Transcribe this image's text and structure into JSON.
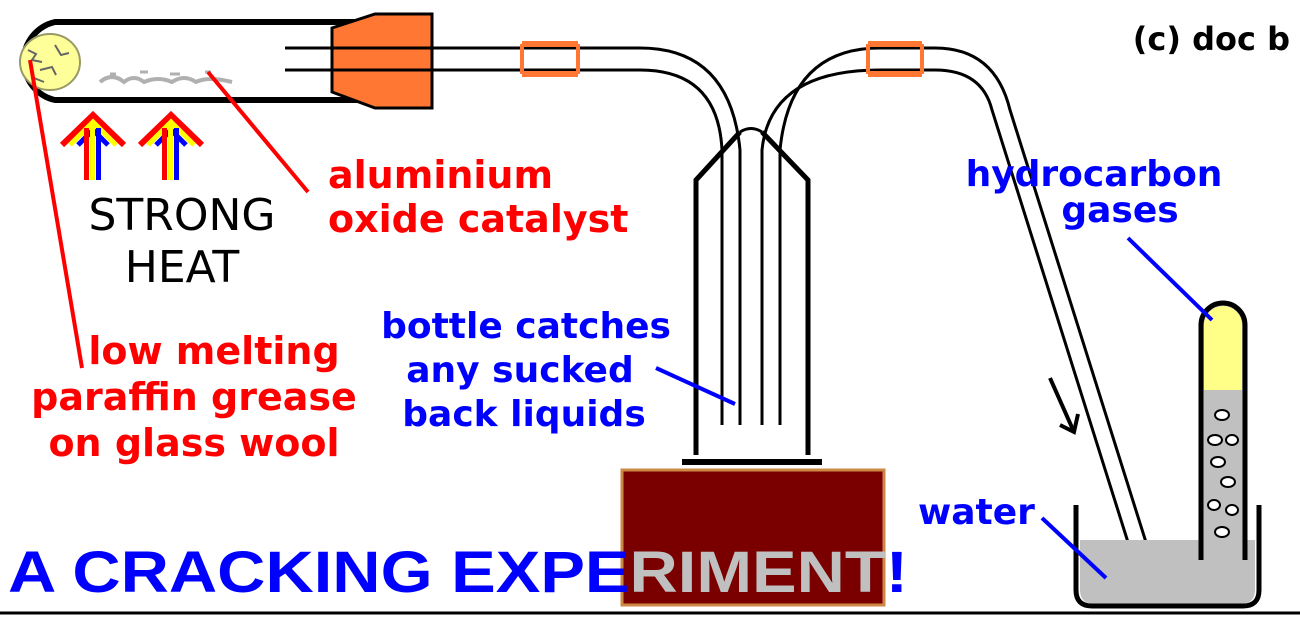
{
  "copyright": "(c) doc b",
  "heat_label": [
    "STRONG",
    "HEAT"
  ],
  "catalyst_label": [
    "aluminium",
    "oxide catalyst"
  ],
  "grease_label": [
    "low melting",
    "paraffin grease",
    "on glass wool"
  ],
  "bottle_label": [
    "bottle catches",
    "any sucked",
    "back liquids"
  ],
  "gas_label": [
    "hydrocarbon",
    "gases"
  ],
  "water_label": "water",
  "title_blue": "A CRACKING EXPE",
  "title_grey": "RIMENT",
  "title_end": "!",
  "colors": {
    "red_label": "#ff0000",
    "blue_label": "#0000ff",
    "stopper": "#ff7733",
    "stand": "#7a0000",
    "gas": "#ffff88",
    "water": "#c0c0c0"
  }
}
